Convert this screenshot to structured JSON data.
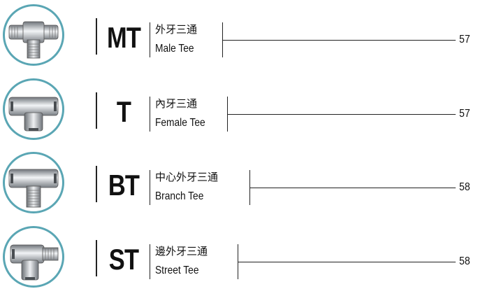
{
  "rows": [
    {
      "code": "MT",
      "chinese": "外牙三通",
      "english": "Male Tee",
      "page": "57",
      "icon": "male-tee-fitting-icon"
    },
    {
      "code": "T",
      "chinese": "內牙三通",
      "english": "Female Tee",
      "page": "57",
      "icon": "female-tee-fitting-icon"
    },
    {
      "code": "BT",
      "chinese": "中心外牙三通",
      "english": "Branch Tee",
      "page": "58",
      "icon": "branch-tee-fitting-icon"
    },
    {
      "code": "ST",
      "chinese": "邊外牙三通",
      "english": "Street Tee",
      "page": "58",
      "icon": "street-tee-fitting-icon"
    }
  ],
  "colors": {
    "circle_border": "#5aa6b4",
    "text": "#111111",
    "rule": "#222222"
  }
}
